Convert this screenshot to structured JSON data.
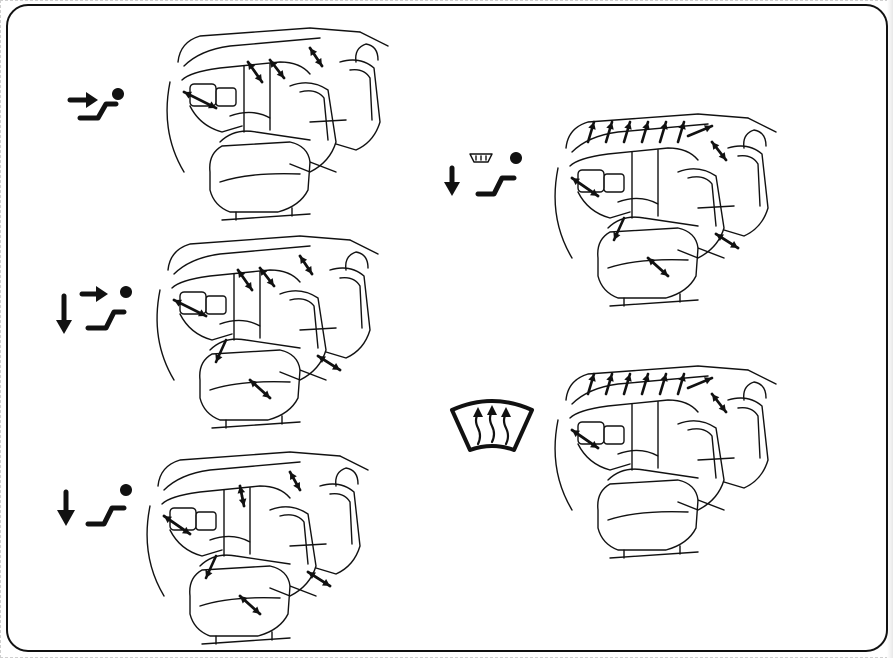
{
  "modes": [
    {
      "id": "face",
      "icon": "face-vent-icon",
      "arrows": "face"
    },
    {
      "id": "bi-level",
      "icon": "bi-level-vent-icon",
      "arrows": "bilevel"
    },
    {
      "id": "floor",
      "icon": "floor-vent-icon",
      "arrows": "floor"
    },
    {
      "id": "floor-defrost",
      "icon": "floor-defrost-icon",
      "arrows": "floordef"
    },
    {
      "id": "defrost",
      "icon": "windshield-defrost-icon",
      "arrows": "defrost"
    }
  ]
}
